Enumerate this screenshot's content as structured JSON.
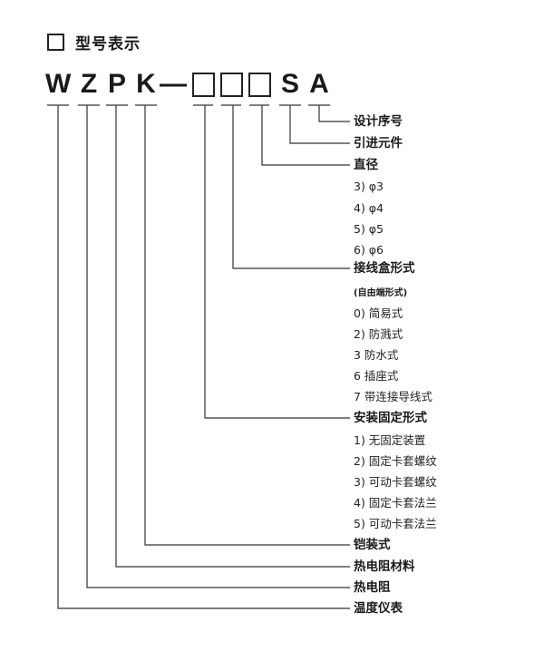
{
  "heading": {
    "title": "型号表示"
  },
  "model_code": {
    "letters": [
      "W",
      "Z",
      "P",
      "K"
    ],
    "dash": "—",
    "suffix": [
      "S",
      "A"
    ]
  },
  "labels": {
    "design_seq": "设计序号",
    "lead_element": "引进元件",
    "diameter": "直径",
    "dia_3": "3) φ3",
    "dia_4": "4) φ4",
    "dia_5": "5) φ5",
    "dia_6": "6) φ6",
    "junction_box": "接线盒形式",
    "free_end_note": "(自由端形式)",
    "jb_0": "0) 简易式",
    "jb_2": "2) 防溅式",
    "jb_3": "3 防水式",
    "jb_6": "6 插座式",
    "jb_7": "7 带连接导线式",
    "mounting": "安装固定形式",
    "mt_1": "1) 无固定装置",
    "mt_2": "2) 固定卡套螺纹",
    "mt_3": "3) 可动卡套螺纹",
    "mt_4": "4) 固定卡套法兰",
    "mt_5": "5) 可动卡套法兰",
    "armored": "铠装式",
    "rtd_material": "热电阻材料",
    "rtd": "热电阻",
    "temp_instrument": "温度仪表"
  }
}
